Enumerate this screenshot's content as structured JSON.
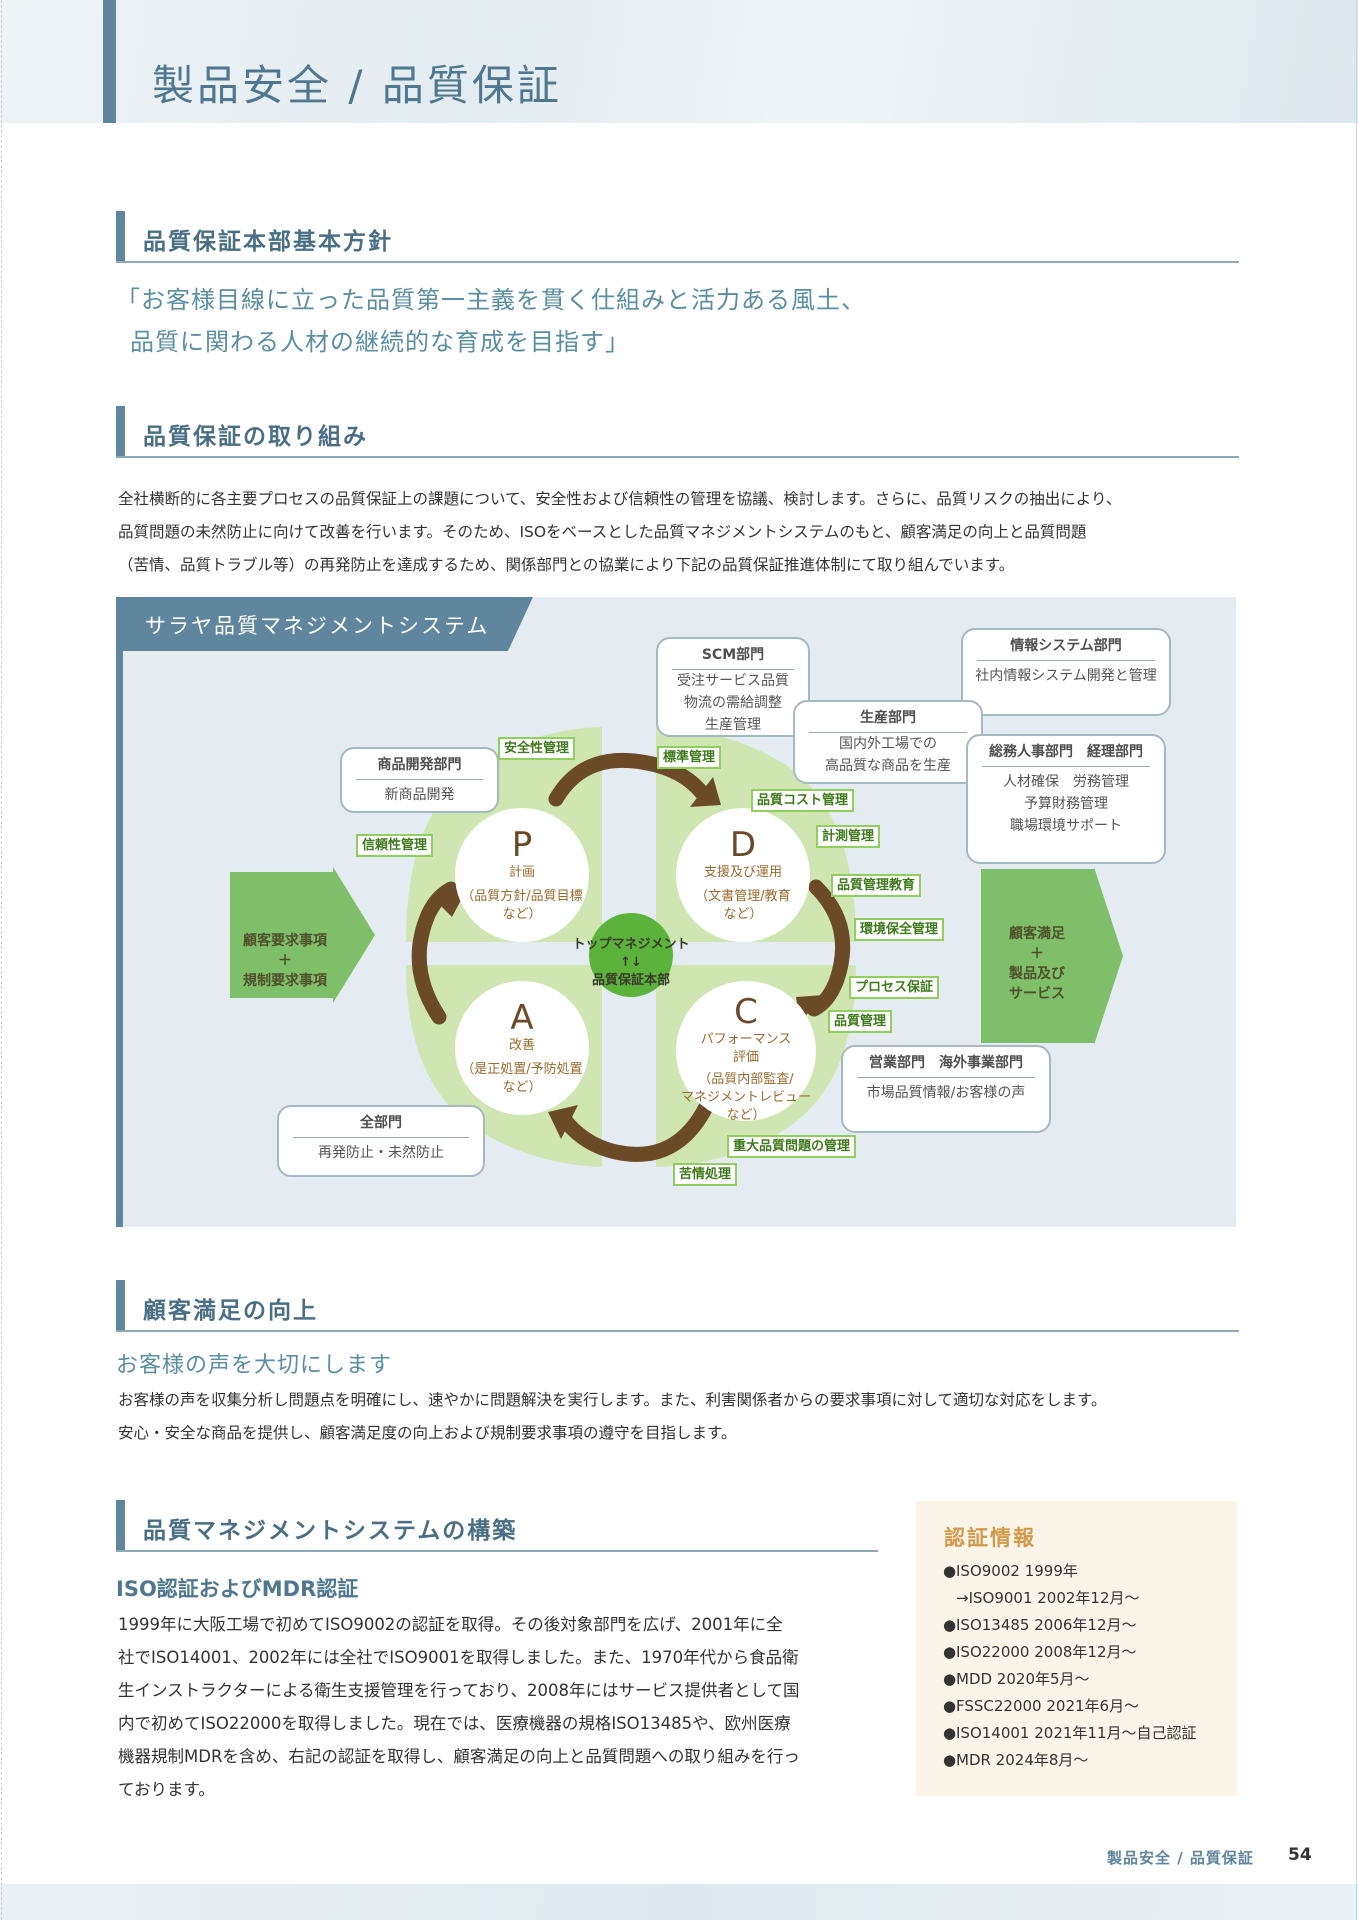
{
  "page": {
    "title": "製品安全 / 品質保証",
    "footer_label": "製品安全 / 品質保証",
    "page_number": "54"
  },
  "policy": {
    "heading": "品質保証本部基本方針",
    "slogan_line1": "「お客様目線に立った品質第一主義を貫く仕組みと活力ある風土、",
    "slogan_line2": "品質に関わる人材の継続的な育成を目指す」"
  },
  "initiatives": {
    "heading": "品質保証の取り組み",
    "lines": [
      "全社横断的に各主要プロセスの品質保証上の課題について、安全性および信頼性の管理を協議、検討します。さらに、品質リスクの抽出により、",
      "品質問題の未然防止に向けて改善を行います。そのため、ISOをベースとした品質マネジメントシステムのもと、顧客満足の向上と品質問題",
      "（苦情、品質トラブル等）の再発防止を達成するため、関係部門との協業により下記の品質保証推進体制にて取り組んでいます。"
    ]
  },
  "diagram": {
    "title": "サラヤ品質マネジメントシステム",
    "left_arrow": [
      "顧客要求事項",
      "＋",
      "規制要求事項"
    ],
    "right_arrow": [
      "顧客満足",
      "＋",
      "製品及び",
      "サービス"
    ],
    "center": [
      "トップマネジメント",
      "↑↓",
      "品質保証本部"
    ],
    "quadrants": {
      "p": {
        "letter": "P",
        "name": "計画",
        "detail1": "（品質方針/品質目標",
        "detail2": "など）"
      },
      "d": {
        "letter": "D",
        "name": "支援及び運用",
        "detail1": "（文書管理/教育",
        "detail2": "など）"
      },
      "a": {
        "letter": "A",
        "name": "改善",
        "detail1": "（是正処置/予防処置",
        "detail2": "など）"
      },
      "c": {
        "letter": "C",
        "name1": "パフォーマンス",
        "name2": "評価",
        "detail1": "（品質内部監査/",
        "detail2": "マネジメントレビュー",
        "detail3": "など）"
      }
    },
    "tags": {
      "safety": "安全性管理",
      "standard": "標準管理",
      "reliability": "信頼性管理",
      "quality_cost": "品質コスト管理",
      "measurement": "計測管理",
      "quality_education": "品質管理教育",
      "environment": "環境保全管理",
      "process": "プロセス保証",
      "quality_control": "品質管理",
      "major_issue": "重大品質問題の管理",
      "complaint": "苦情処理"
    },
    "boxes": {
      "scm": {
        "title": "SCM部門",
        "lines": [
          "受注サービス品質",
          "物流の需給調整",
          "生産管理"
        ]
      },
      "it": {
        "title": "情報システム部門",
        "lines": [
          "社内情報システム開発と管理"
        ]
      },
      "production": {
        "title": "生産部門",
        "lines": [
          "国内外工場での",
          "高品質な商品を生産"
        ]
      },
      "product_dev": {
        "title": "商品開発部門",
        "lines": [
          "新商品開発"
        ]
      },
      "admin": {
        "title": "総務人事部門　経理部門",
        "lines": [
          "人材確保　労務管理",
          "予算財務管理",
          "職場環境サポート"
        ]
      },
      "sales": {
        "title": "営業部門　海外事業部門",
        "lines": [
          "市場品質情報/お客様の声"
        ]
      },
      "all": {
        "title": "全部門",
        "lines": [
          "再発防止・未然防止"
        ]
      }
    },
    "colors": {
      "arrow_green": "#7fbf6a",
      "ring": "#6b4a28",
      "quadrant": "#cfe6b2",
      "center": "#5cb33c"
    }
  },
  "satisfaction": {
    "heading": "顧客満足の向上",
    "subheading": "お客様の声を大切にします",
    "lines": [
      "お客様の声を収集分析し問題点を明確にし、速やかに問題解決を実行します。また、利害関係者からの要求事項に対して適切な対応をします。",
      "安心・安全な商品を提供し、顧客満足度の向上および規制要求事項の遵守を目指します。"
    ]
  },
  "qms": {
    "heading": "品質マネジメントシステムの構築",
    "subheading": "ISO認証およびMDR認証",
    "lines": [
      "1999年に大阪工場で初めてISO9002の認証を取得。その後対象部門を広げ、2001年に全",
      "社でISO14001、2002年には全社でISO9001を取得しました。また、1970年代から食品衛",
      "生インストラクターによる衛生支援管理を行っており、2008年にはサービス提供者として国",
      "内で初めてISO22000を取得しました。現在では、医療機器の規格ISO13485や、欧州医療",
      "機器規制MDRを含め、右記の認証を取得し、顧客満足の向上と品質問題への取り組みを行っ",
      "ております。"
    ]
  },
  "certification": {
    "title": "認証情報",
    "bullet": "●",
    "items": [
      "ISO9002 1999年",
      "→ISO9001 2002年12月～",
      "ISO13485 2006年12月～",
      "ISO22000 2008年12月～",
      "MDD 2020年5月～",
      "FSSC22000 2021年6月～",
      "ISO14001 2021年11月～自己認証",
      "MDR 2024年8月～"
    ]
  }
}
